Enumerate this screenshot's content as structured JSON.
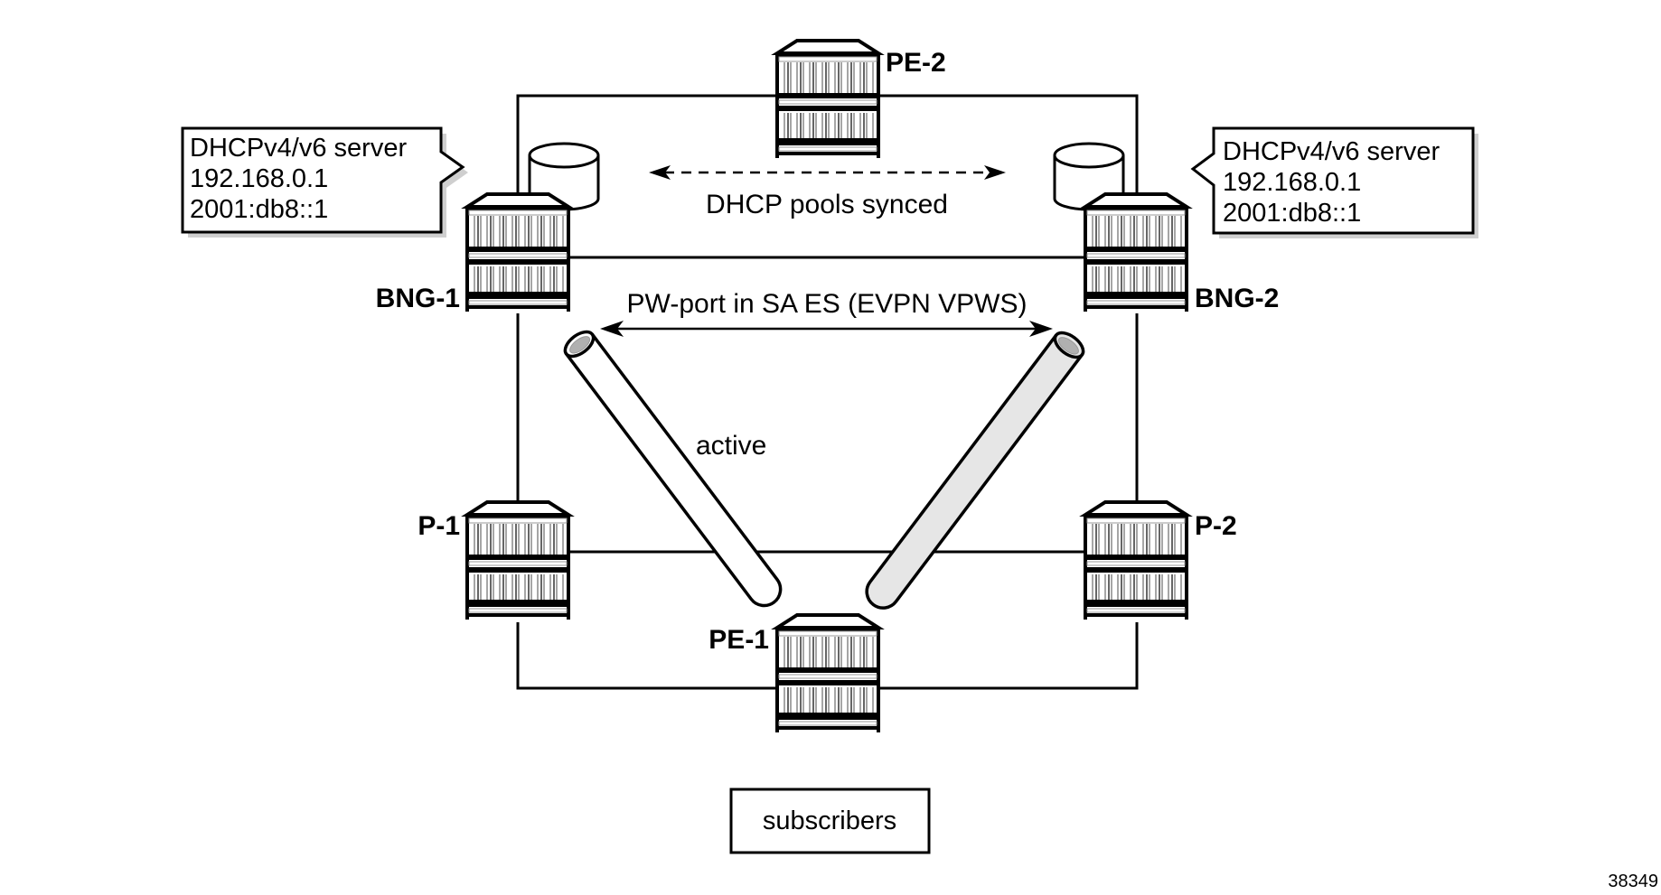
{
  "figure_id": "38349",
  "nodes": {
    "pe2": {
      "label": "PE-2"
    },
    "bng1": {
      "label": "BNG-1"
    },
    "bng2": {
      "label": "BNG-2"
    },
    "p1": {
      "label": "P-1"
    },
    "p2": {
      "label": "P-2"
    },
    "pe1": {
      "label": "PE-1"
    }
  },
  "callouts": {
    "left": {
      "lines": [
        "DHCPv4/v6 server",
        "192.168.0.1",
        "2001:db8::1"
      ]
    },
    "right": {
      "lines": [
        "DHCPv4/v6 server",
        "192.168.0.1",
        "2001:db8::1"
      ]
    }
  },
  "annotations": {
    "dhcp_sync": "DHCP pools synced",
    "pw_port": "PW-port in SA ES (EVPN VPWS)",
    "active": "active"
  },
  "subscribers": {
    "label": "subscribers"
  },
  "colors": {
    "line": "#000000",
    "standby_tunnel_fill": "#e6e6e6",
    "active_tunnel_fill": "#ffffff",
    "tunnel_inner": "#b0b0b0",
    "shadow": "#cfcfcf"
  }
}
